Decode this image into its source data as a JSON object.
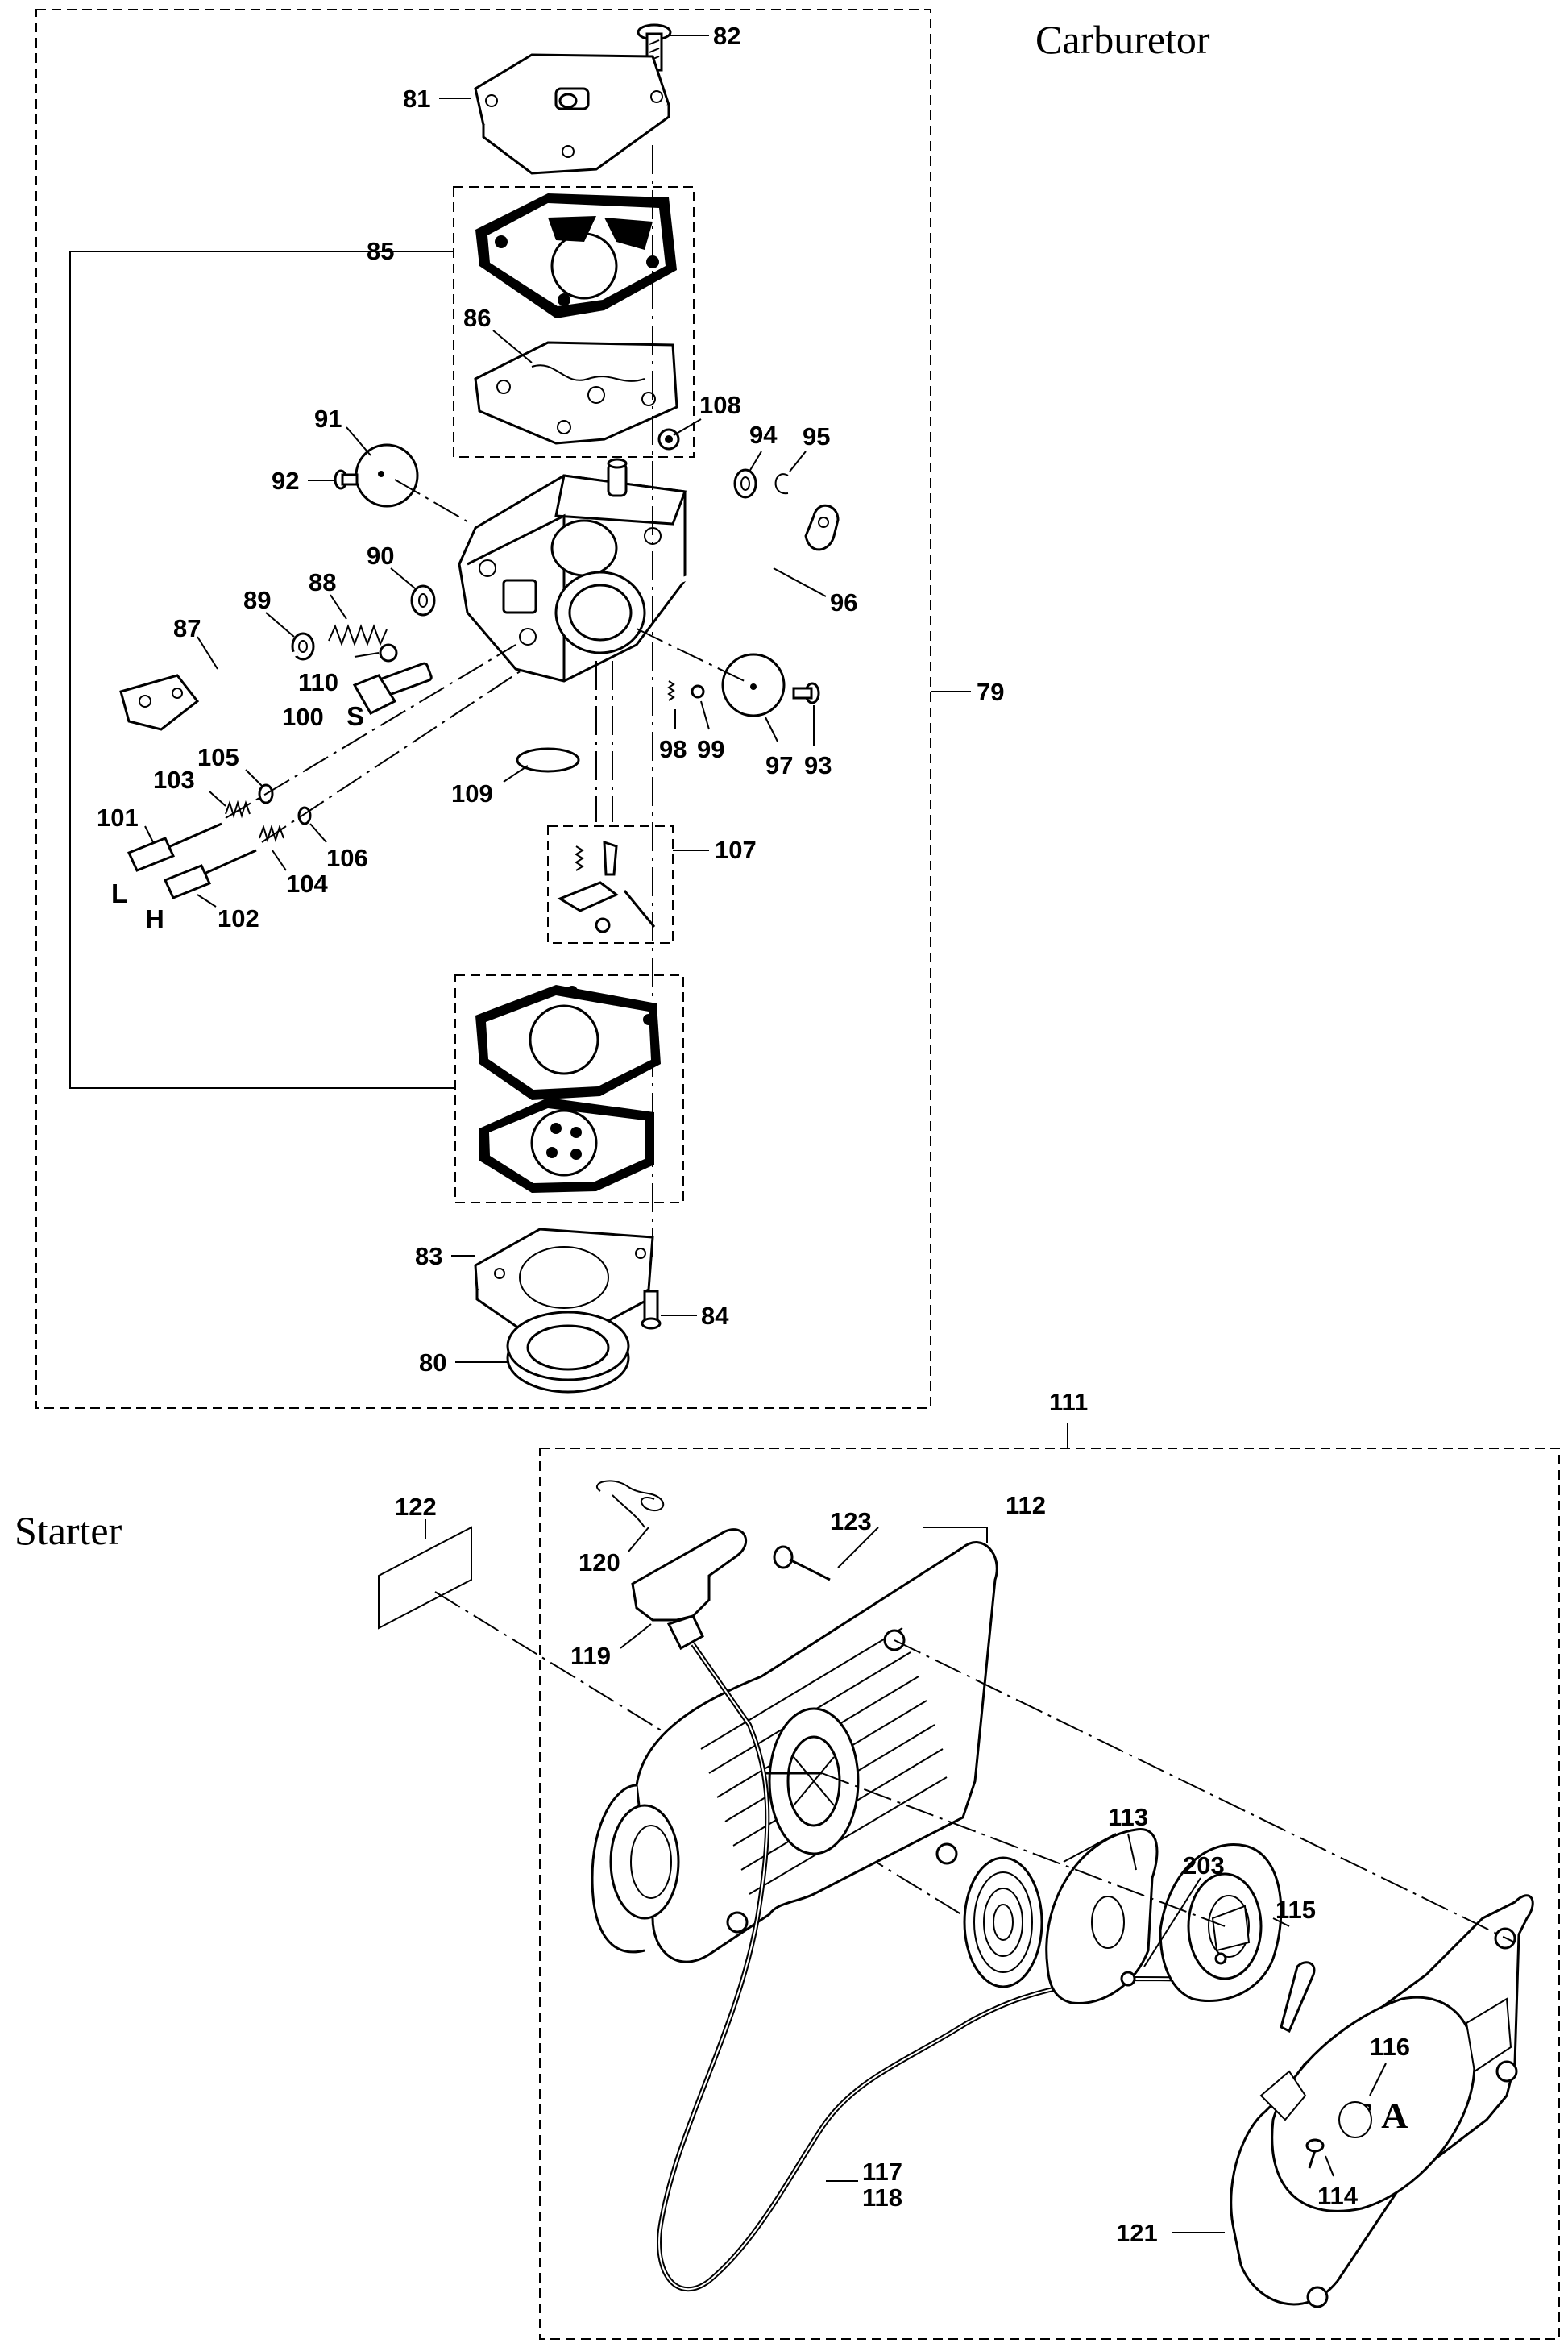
{
  "sections": {
    "carburetor_title": "Carburetor",
    "starter_title": "Starter"
  },
  "callouts": {
    "c79": "79",
    "c80": "80",
    "c81": "81",
    "c82": "82",
    "c83": "83",
    "c84": "84",
    "c85": "85",
    "c86": "86",
    "c87": "87",
    "c88": "88",
    "c89": "89",
    "c90": "90",
    "c91": "91",
    "c92": "92",
    "c93": "93",
    "c94": "94",
    "c95": "95",
    "c96": "96",
    "c97": "97",
    "c98": "98",
    "c99": "99",
    "c100": "100",
    "c101": "101",
    "c102": "102",
    "c103": "103",
    "c104": "104",
    "c105": "105",
    "c106": "106",
    "c107": "107",
    "c108": "108",
    "c109": "109",
    "c110": "110",
    "c111": "111",
    "c112": "112",
    "c113": "113",
    "c114": "114",
    "c115": "115",
    "c116": "116",
    "c117": "117",
    "c118": "118",
    "c119": "119",
    "c120": "120",
    "c121": "121",
    "c122": "122",
    "c123": "123",
    "c203": "203"
  },
  "adjust_letters": {
    "s": "S",
    "l": "L",
    "h": "H"
  },
  "cover_marking": "C A"
}
